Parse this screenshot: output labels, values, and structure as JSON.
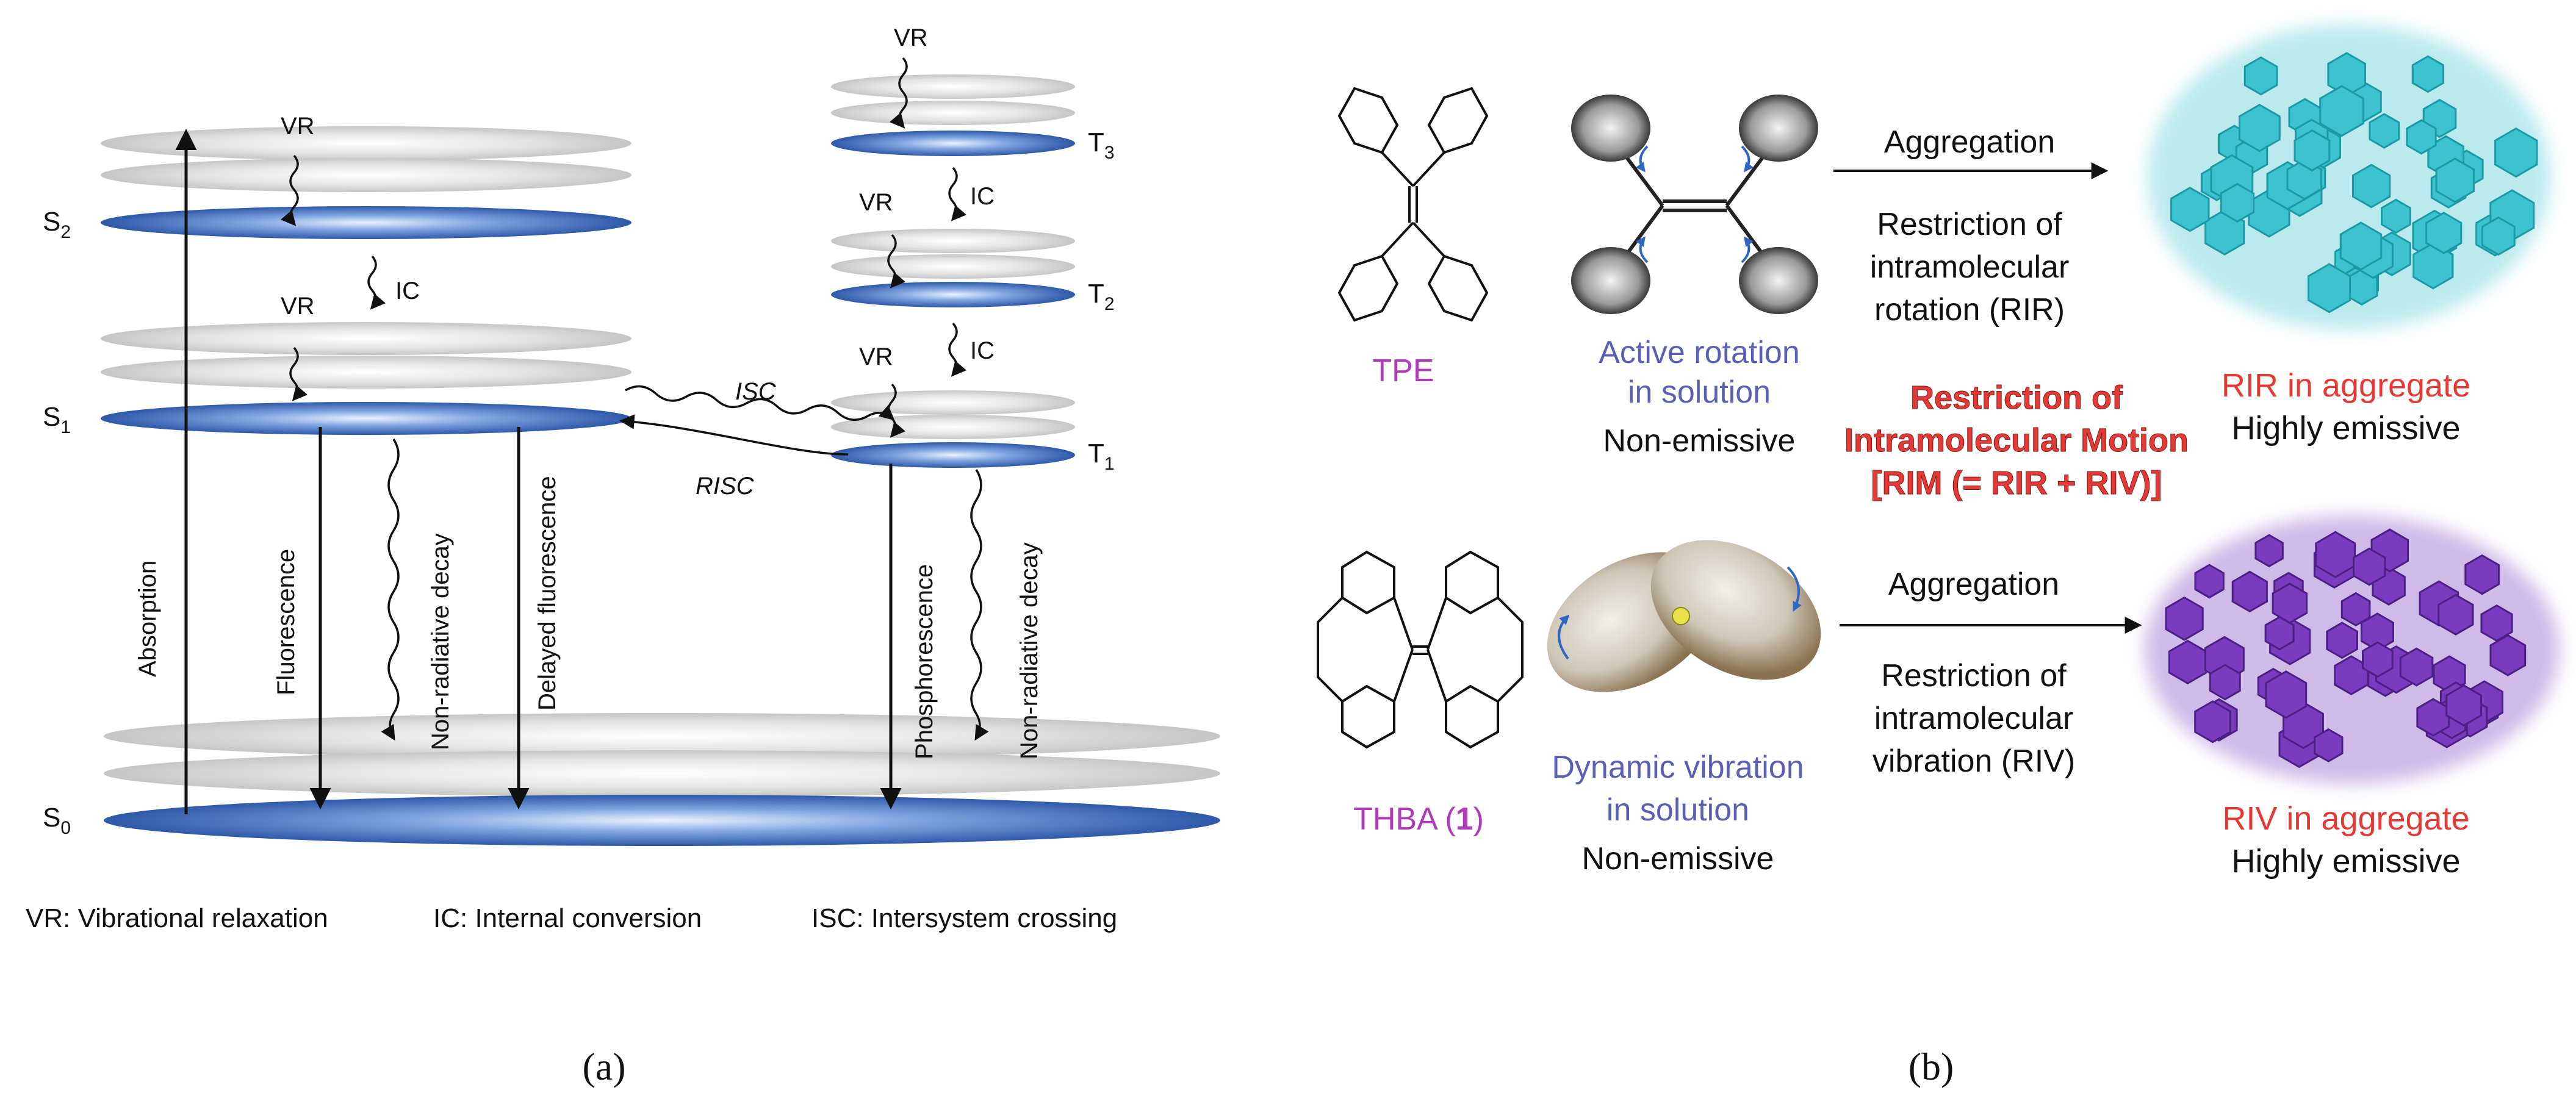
{
  "panel_a": {
    "states": {
      "S2": "S",
      "S2_sub": "2",
      "S1": "S",
      "S1_sub": "1",
      "S0": "S",
      "S0_sub": "0",
      "T3": "T",
      "T3_sub": "3",
      "T2": "T",
      "T2_sub": "2",
      "T1": "T",
      "T1_sub": "1"
    },
    "labels": {
      "vr": "VR",
      "ic": "IC",
      "isc": "ISC",
      "risc": "RISC",
      "absorption": "Absorption",
      "fluorescence": "Fluorescence",
      "nonrad_singlet": "Non-radiative decay",
      "delayed_fluorescence": "Delayed fluorescence",
      "phosphorescence": "Phosphorescence",
      "nonrad_triplet": "Non-radiative decay"
    },
    "legend": {
      "vr": "VR: Vibrational relaxation",
      "ic": "IC: Internal conversion",
      "isc": "ISC: Intersystem crossing"
    },
    "caption": "(a)"
  },
  "panel_b": {
    "top": {
      "molecule_name": "TPE",
      "motion_line1": "Active rotation",
      "motion_line2": "in solution",
      "motion_state": "Non-emissive",
      "process": "Aggregation",
      "restriction_line1": "Restriction of",
      "restriction_line2": "intramolecular",
      "restriction_line3": "rotation (RIR)",
      "result": "RIR in aggregate",
      "result_state": "Highly emissive"
    },
    "bottom": {
      "molecule_name": "THBA (",
      "molecule_number": "1",
      "molecule_close": ")",
      "motion_line1": "Dynamic vibration",
      "motion_line2": "in solution",
      "motion_state": "Non-emissive",
      "process": "Aggregation",
      "restriction_line1": "Restriction of",
      "restriction_line2": "intramolecular",
      "restriction_line3": "vibration (RIV)",
      "result": "RIV in aggregate",
      "result_state": "Highly emissive"
    },
    "rim": {
      "line1": "Restriction of",
      "line2": "Intramolecular Motion",
      "line3": "[RIM (= RIR + RIV)]"
    },
    "caption": "(b)"
  },
  "colors": {
    "purple_label": "#b03ab8",
    "blue_label": "#5a5fb5",
    "red_label": "#e53935",
    "cyan_aggregate": "#3cc3cf",
    "violet_aggregate": "#7a3cbf",
    "level_blue": "#3f6fc0",
    "level_gray": "#d9d9d9"
  }
}
